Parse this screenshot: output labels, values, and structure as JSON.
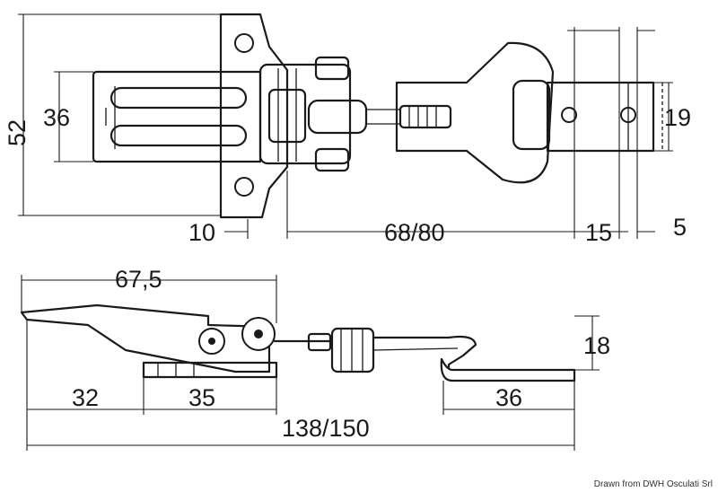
{
  "diagram": {
    "top_view": {
      "height_total": "52",
      "height_inner": "36",
      "height_right": "19",
      "offset_left": "10",
      "length_main": "68/80",
      "length_right_a": "15",
      "length_right_b": "5"
    },
    "side_view": {
      "length_upper": "67,5",
      "height": "18",
      "length_a": "32",
      "length_b": "35",
      "length_right": "36",
      "length_total": "138/150"
    }
  },
  "credit": "Drawn from DWH Osculati Srl"
}
